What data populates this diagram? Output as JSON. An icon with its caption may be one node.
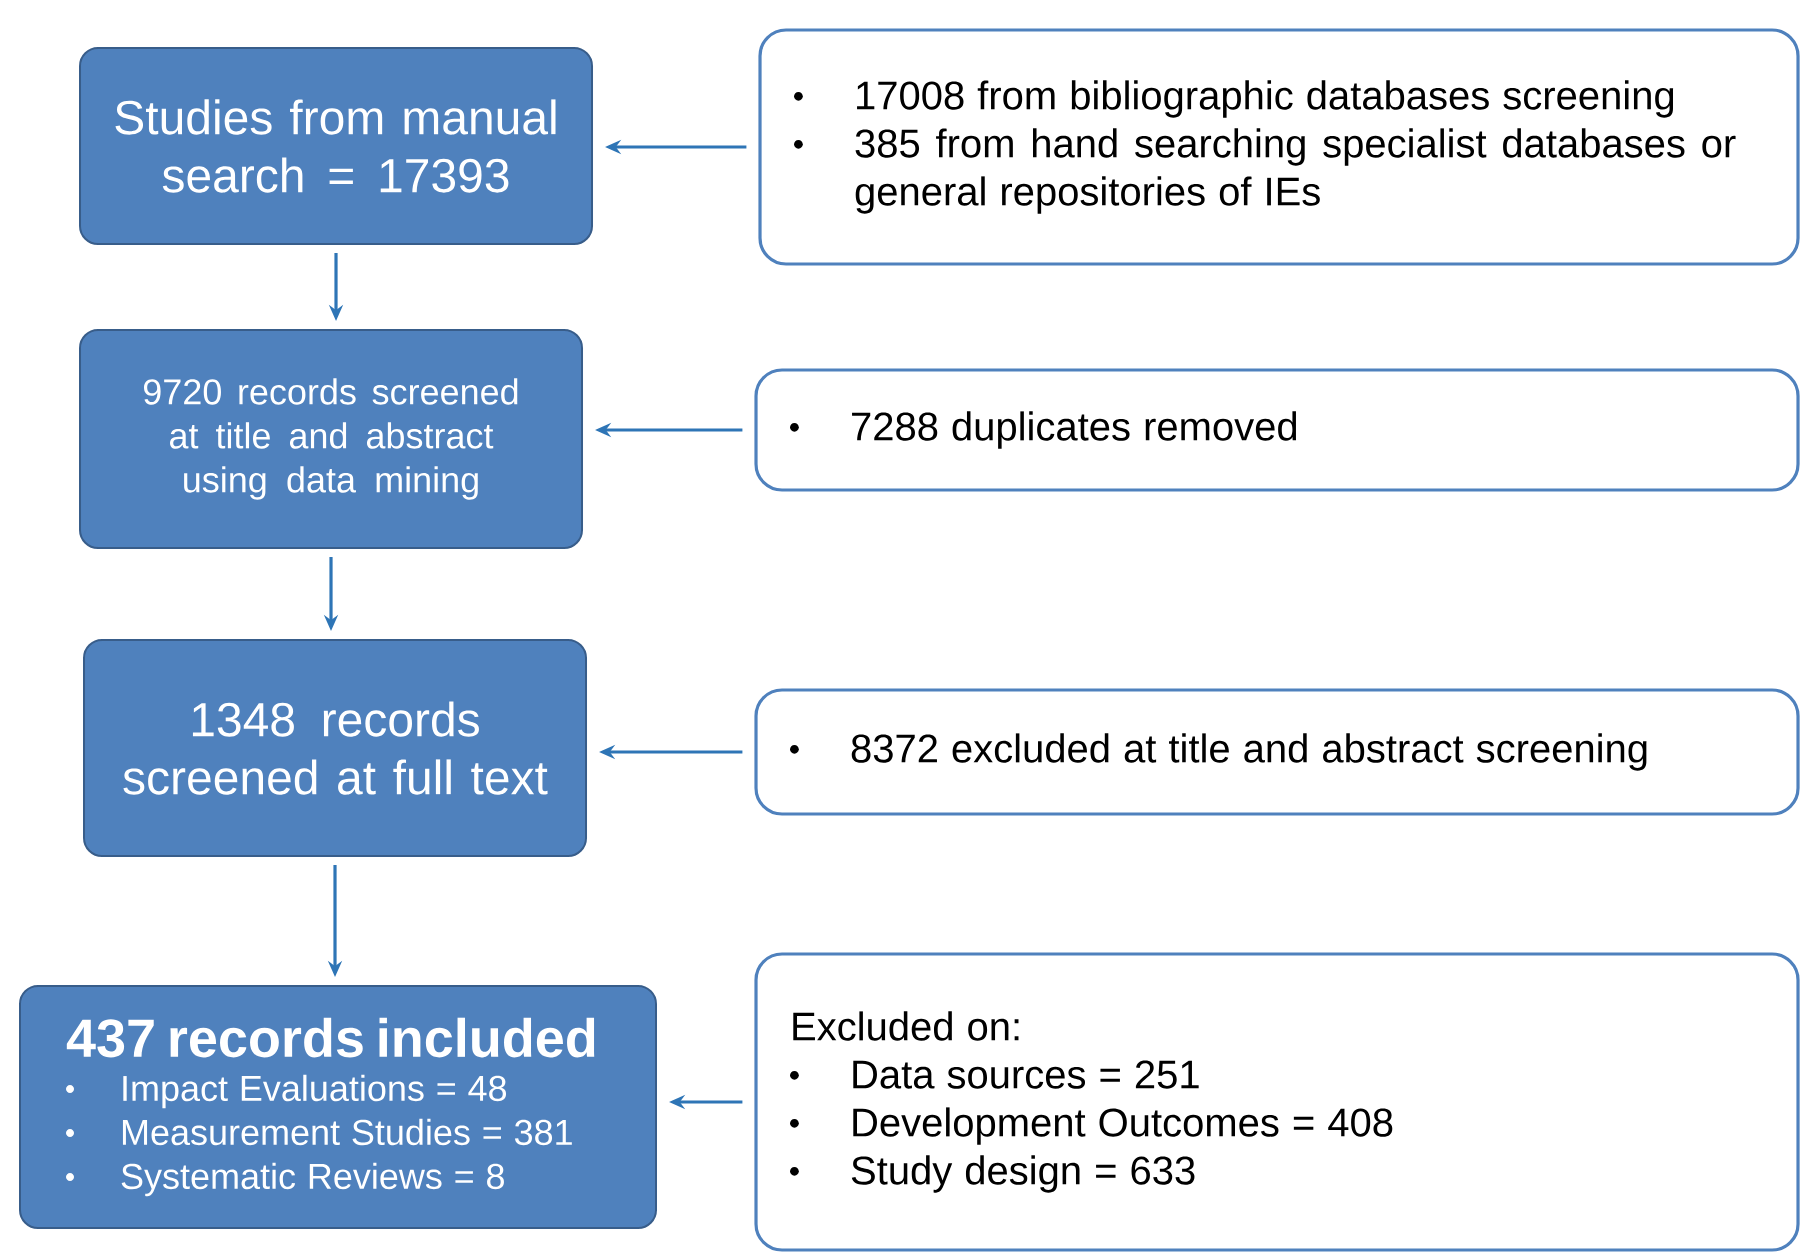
{
  "diagram": {
    "nodes": [
      {
        "text": [
          "Studies from manual search = 17393"
        ]
      },
      {
        "text": [
          "9720 records screened at title and abstract using data mining"
        ]
      },
      {
        "text": [
          "1348 records screened at full text"
        ]
      },
      {
        "text": [
          "437 records included",
          "Impact Evaluations = 48",
          "Measurement Studies = 381",
          "Systematic Reviews = 8"
        ]
      },
      {
        "text": [
          "17008 from bibliographic databases screening",
          "385 from hand searching specialist databases or general repositories of IEs"
        ]
      },
      {
        "text": [
          "7288 duplicates removed"
        ]
      },
      {
        "text": [
          "8372 excluded at title and abstract screening"
        ]
      },
      {
        "text": [
          "Excluded on:",
          "Data sources = 251",
          "Development Outcomes = 408",
          "Study design = 633"
        ]
      }
    ],
    "edges": [
      {
        "from": 4,
        "to": 0,
        "arrow": "to"
      },
      {
        "from": 0,
        "to": 1,
        "arrow": "to"
      },
      {
        "from": 5,
        "to": 1,
        "arrow": "to"
      },
      {
        "from": 1,
        "to": 2,
        "arrow": "to"
      },
      {
        "from": 6,
        "to": 2,
        "arrow": "to"
      },
      {
        "from": 2,
        "to": 3,
        "arrow": "to"
      },
      {
        "from": 7,
        "to": 3,
        "arrow": "to"
      }
    ]
  }
}
